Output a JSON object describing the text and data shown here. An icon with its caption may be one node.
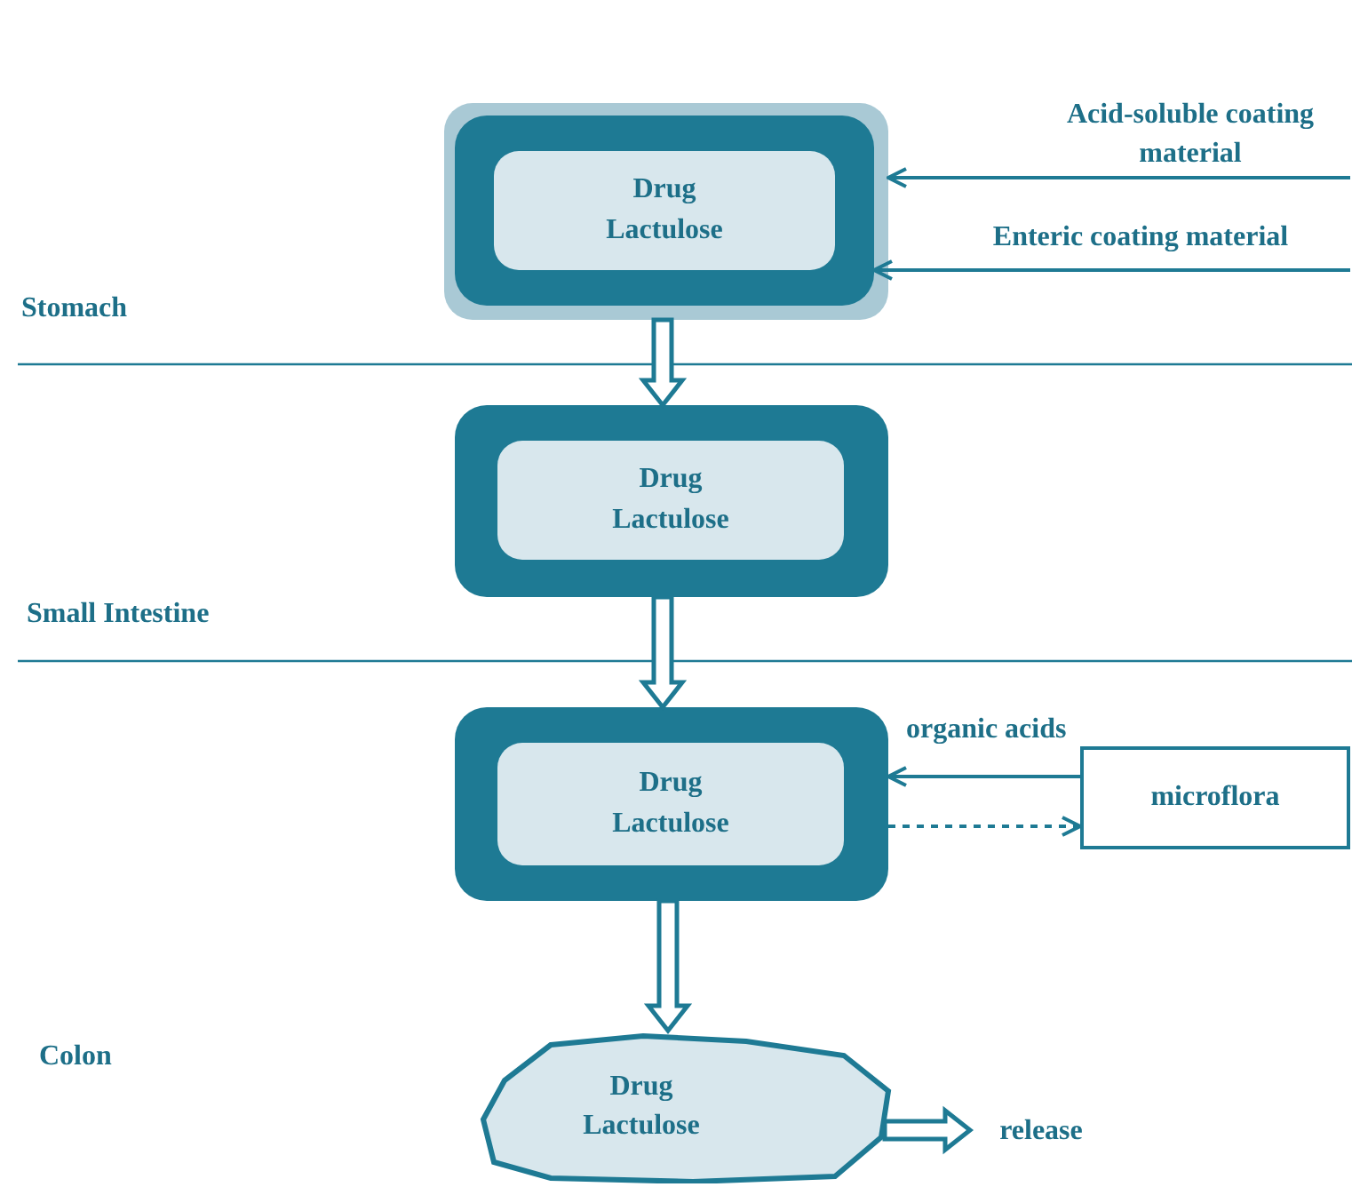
{
  "diagram": {
    "nodes": [
      {
        "text": [],
        "shape": "box"
      },
      {
        "text": [],
        "shape": "box",
        "in": 0
      },
      {
        "text": [
          "Drug Lactulose"
        ],
        "in": 1
      },
      {
        "text": [
          "Acid-soluble coating material"
        ]
      },
      {
        "text": [
          "Enteric coating material"
        ]
      },
      {
        "text": [],
        "shape": "box"
      },
      {
        "text": [
          "Drug Lactulose"
        ],
        "in": 5
      },
      {
        "text": [],
        "shape": "box"
      },
      {
        "text": [
          "Drug Lactulose"
        ],
        "in": 7
      },
      {
        "text": [
          "microflora"
        ]
      },
      {
        "text": [
          "Drug Lactulose"
        ]
      },
      {
        "text": [
          "release"
        ]
      }
    ],
    "edges": [
      {
        "from": 3,
        "to": 0,
        "arrow": "to"
      },
      {
        "from": 4,
        "to": 1,
        "arrow": "to"
      },
      {
        "from": 0,
        "to": 5,
        "arrow": "to",
        "style": "thick"
      },
      {
        "from": 5,
        "to": 7,
        "arrow": "to",
        "style": "thick"
      },
      {
        "from": 9,
        "to": 7,
        "arrow": "to",
        "label": "organic acids"
      },
      {
        "from": 7,
        "to": 9,
        "arrow": "to",
        "style": "dashed"
      },
      {
        "from": 7,
        "to": 10,
        "arrow": "to",
        "style": "thick"
      },
      {
        "from": 10,
        "to": 11,
        "arrow": "to",
        "style": "thick"
      }
    ],
    "labels": [
      "Stomach",
      "Small Intestine",
      "Colon"
    ]
  }
}
